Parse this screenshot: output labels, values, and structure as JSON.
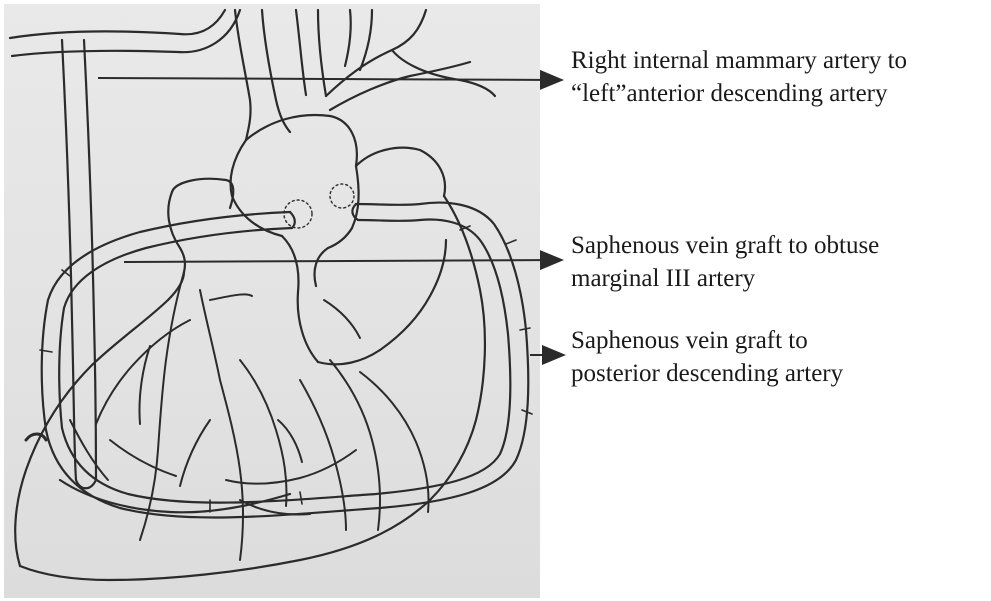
{
  "labels": {
    "rima": {
      "line1": "Right internal mammary artery to",
      "line2": "“left”anterior descending artery"
    },
    "svg_om": {
      "line1": "Saphenous vein graft to obtuse",
      "line2": "marginal III artery"
    },
    "svg_pda": {
      "line1": "Saphenous vein graft to",
      "line2": "posterior descending artery"
    }
  },
  "colors": {
    "paper": "#e4e4e4",
    "ink": "#2b2b2b",
    "text": "#1a1a1a"
  }
}
